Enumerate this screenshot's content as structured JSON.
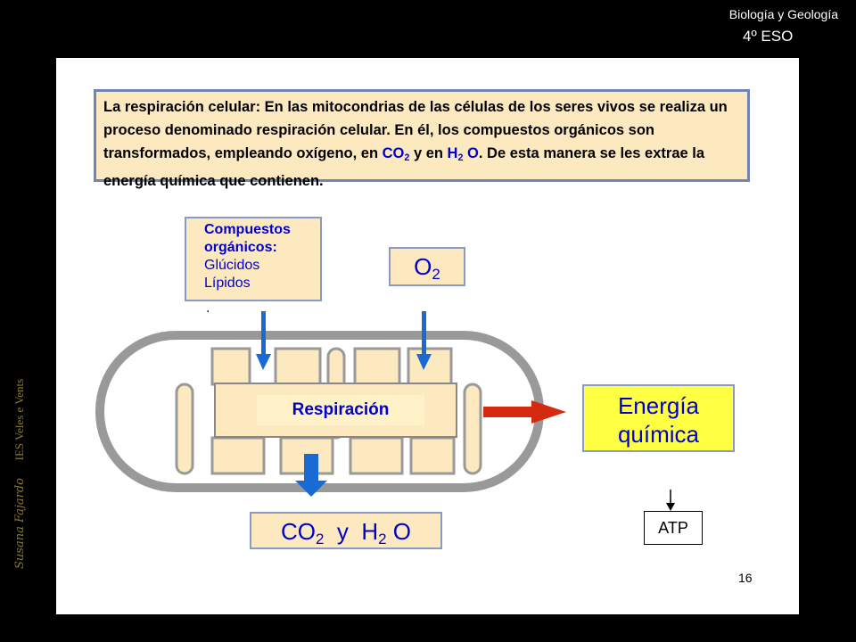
{
  "header": {
    "subject": "Biología y Geología",
    "course": "4º ESO"
  },
  "side_credit": {
    "author": "Susana Fajardo",
    "school": "IES Veles e Vents"
  },
  "intro": {
    "lead": "La respiración celular:",
    "text_a": " En las mitocondrias de las células de los seres vivos se realiza un proceso denominado respiración celular. En él, los compuestos orgánicos son transformados, empleando oxígeno,  en ",
    "co_text": "CO",
    "co_sub": "2",
    "text_b": " y en ",
    "h_text": "H",
    "h_sub": "2",
    "o_text": " O",
    "text_c": ". De esta manera se les extrae la energía química que contienen."
  },
  "compounds": {
    "title_1": "Compuestos",
    "title_2": "orgánicos:",
    "item_1": "Glúcidos",
    "item_2": "Lípidos",
    "item_3": "."
  },
  "oxygen": {
    "symbol": "O",
    "sub": "2"
  },
  "process": {
    "label": "Respiración"
  },
  "output": {
    "co": "CO",
    "co_sub": "2",
    "and": "y",
    "h": "H",
    "h_sub": "2",
    "o": "O"
  },
  "energy": {
    "line_1": "Energía",
    "line_2": "química"
  },
  "atp": {
    "label": "ATP"
  },
  "page_number": "16",
  "colors": {
    "text_blue": "#0000cc",
    "box_fill": "#fde9c0",
    "energy_fill": "#ffff44",
    "arrow_red": "#d62a10",
    "arrow_blue": "#1a6ad6"
  }
}
